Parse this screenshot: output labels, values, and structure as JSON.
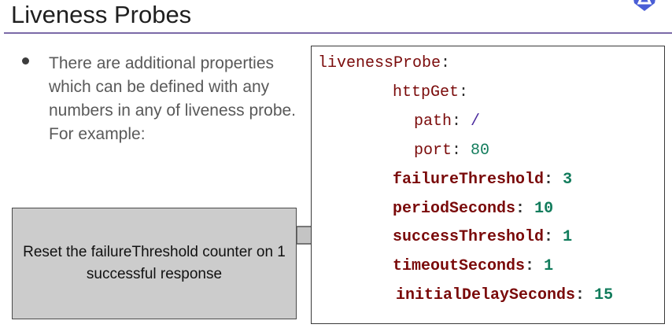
{
  "slide": {
    "title": "Liveness Probes",
    "bullet": "There are additional properties which can be defined with any numbers in any of liveness probe. For example:",
    "callout": "Reset the failureThreshold counter on 1 successful response"
  },
  "code": {
    "lines": [
      {
        "key": "livenessProbe",
        "colon": ":",
        "value": ""
      },
      {
        "key": "httpGet",
        "colon": ":",
        "value": ""
      },
      {
        "key": "path",
        "colon": ":",
        "value": "/"
      },
      {
        "key": "port",
        "colon": ":",
        "value": "80"
      },
      {
        "key": "failureThreshold",
        "colon": ":",
        "value": "3"
      },
      {
        "key": "periodSeconds",
        "colon": ":",
        "value": "10"
      },
      {
        "key": "successThreshold",
        "colon": ":",
        "value": "1"
      },
      {
        "key": "timeoutSeconds",
        "colon": ":",
        "value": "1"
      },
      {
        "key": "initialDelaySeconds",
        "colon": ":",
        "value": "15"
      }
    ]
  },
  "colors": {
    "key": "#7a0a0a",
    "number": "#127c5c",
    "slash": "#4b2b9e",
    "rule": "#7b6aa8",
    "callout_bg": "#cccccc"
  },
  "icons": [
    "kubernetes-logo-icon",
    "arrow-right-icon"
  ]
}
